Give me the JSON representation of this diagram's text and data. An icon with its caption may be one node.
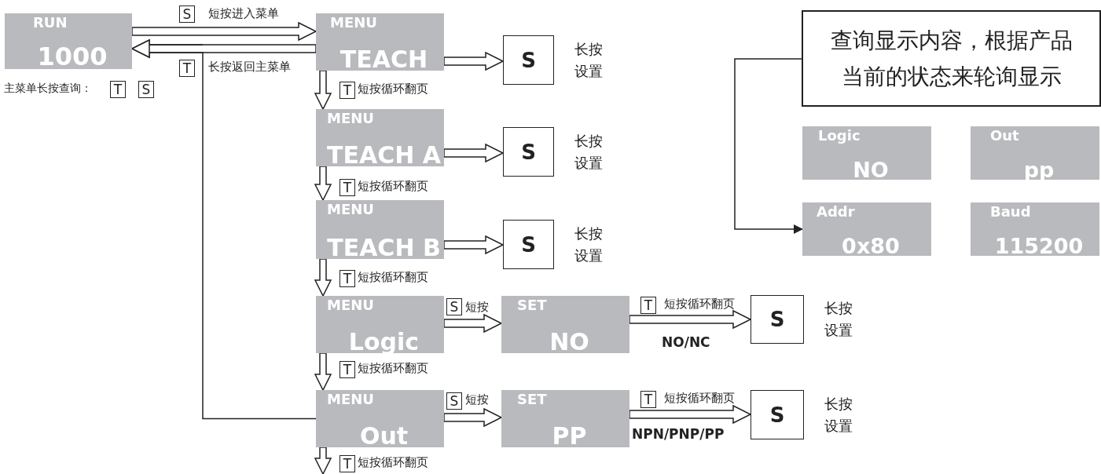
{
  "diagram": {
    "nodes": [
      {
        "text": [
          "RUN",
          "1000"
        ]
      },
      {
        "text": [
          "MENU",
          "TEACH"
        ]
      },
      {
        "text": [
          "S"
        ],
        "beside": [
          "长按设置"
        ]
      },
      {
        "text": [
          "MENU",
          "TEACH A"
        ]
      },
      {
        "text": [
          "S"
        ],
        "beside": [
          "长按设置"
        ]
      },
      {
        "text": [
          "MENU",
          "TEACH B"
        ]
      },
      {
        "text": [
          "S"
        ],
        "beside": [
          "长按设置"
        ]
      },
      {
        "text": [
          "MENU",
          "Logic"
        ]
      },
      {
        "text": [
          "SET",
          "NO"
        ]
      },
      {
        "text": [
          "S"
        ],
        "beside": [
          "长按设置"
        ]
      },
      {
        "text": [
          "MENU",
          "Out"
        ]
      },
      {
        "text": [
          "SET",
          "PP"
        ]
      },
      {
        "text": [
          "S"
        ],
        "beside": [
          "长按设置"
        ]
      },
      {
        "text": [
          "查询显示内容，根据产品当前的状态来轮询显示"
        ]
      },
      {
        "text": [
          "Logic",
          "NO"
        ]
      },
      {
        "text": [
          "Out",
          "pp"
        ]
      },
      {
        "text": [
          "Addr",
          "0x80"
        ]
      },
      {
        "text": [
          "Baud",
          "115200"
        ]
      }
    ],
    "edges": [
      {
        "from": 0,
        "to": 1,
        "arrow": "to",
        "label": "短按进入菜单"
      },
      {
        "from": 1,
        "to": 0,
        "arrow": "to",
        "label": "长按返回主菜单"
      },
      {
        "from": 10,
        "to": 0,
        "arrow": "to"
      },
      {
        "from": 1,
        "to": 2,
        "arrow": "to"
      },
      {
        "from": 1,
        "to": 3,
        "arrow": "to",
        "label": "短按循环翻页"
      },
      {
        "from": 3,
        "to": 4,
        "arrow": "to"
      },
      {
        "from": 3,
        "to": 5,
        "arrow": "to",
        "label": "短按循环翻页"
      },
      {
        "from": 5,
        "to": 6,
        "arrow": "to"
      },
      {
        "from": 5,
        "to": 7,
        "arrow": "to",
        "label": "短按循环翻页"
      },
      {
        "from": 7,
        "to": 8,
        "arrow": "to",
        "label": "短按"
      },
      {
        "from": 8,
        "to": 9,
        "arrow": "to",
        "label": "短按循环翻页"
      },
      {
        "from": 7,
        "to": 10,
        "arrow": "to",
        "label": "短按循环翻页"
      },
      {
        "from": 10,
        "to": 11,
        "arrow": "to",
        "label": "短按"
      },
      {
        "from": 11,
        "to": 12,
        "arrow": "to",
        "label": "短按循环翻页"
      },
      {
        "from": 10,
        "to": null,
        "arrow": "to",
        "label": "短按循环翻页"
      },
      {
        "from": 13,
        "to": 16,
        "arrow": "to"
      }
    ],
    "labels": [
      "主菜单长按查询：",
      "T",
      "S",
      "S",
      "T",
      "T",
      "T",
      "T",
      "S",
      "T",
      "NO/NC",
      "T",
      "S",
      "T",
      "NPN/PNP/PP",
      "T"
    ]
  }
}
